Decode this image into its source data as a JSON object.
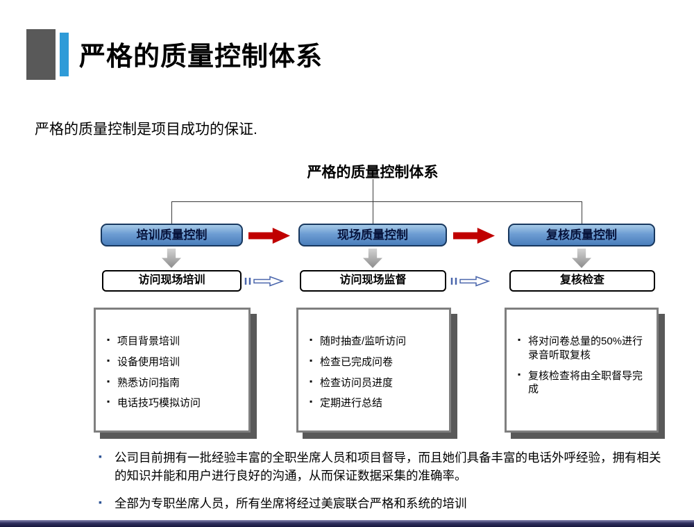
{
  "header": {
    "title": "严格的质量控制体系"
  },
  "intro": "严格的质量控制是项目成功的保证.",
  "diagram": {
    "title": "严格的质量控制体系",
    "columns": [
      {
        "header": "培训质量控制",
        "label": "访问现场培训",
        "bullets": [
          "项目背景培训",
          "设备使用培训",
          "熟悉访问指南",
          "电话技巧模拟访问"
        ]
      },
      {
        "header": "现场质量控制",
        "label": "访问现场监督",
        "bullets": [
          "随时抽查/监听访问",
          "检查已完成问卷",
          "检查访问员进度",
          "定期进行总结"
        ]
      },
      {
        "header": "复核质量控制",
        "label": "复核检查",
        "bullets": [
          "将对问卷总量的50%进行录音听取复核",
          "复核检查将由全职督导完成"
        ]
      }
    ]
  },
  "notes": [
    "公司目前拥有一批经验丰富的全职坐席人员和项目督导，而且她们具备丰富的电话外呼经验，拥有相关的知识并能和用户进行良好的沟通，从而保证数据采集的准确率。",
    "全部为专职坐席人员，所有坐席将经过美宸联合严格和系统的培训"
  ],
  "colors": {
    "header_gray_bar": "#595959",
    "header_blue_bar": "#2e9bd8",
    "stage_box_blue": "#4a7ebb",
    "red_arrow": "#c00000",
    "gray_arrow": "#a6a6a6",
    "shadow": "#595959",
    "note_bullet": "#2f5496",
    "footer_bar": "#30305f"
  }
}
